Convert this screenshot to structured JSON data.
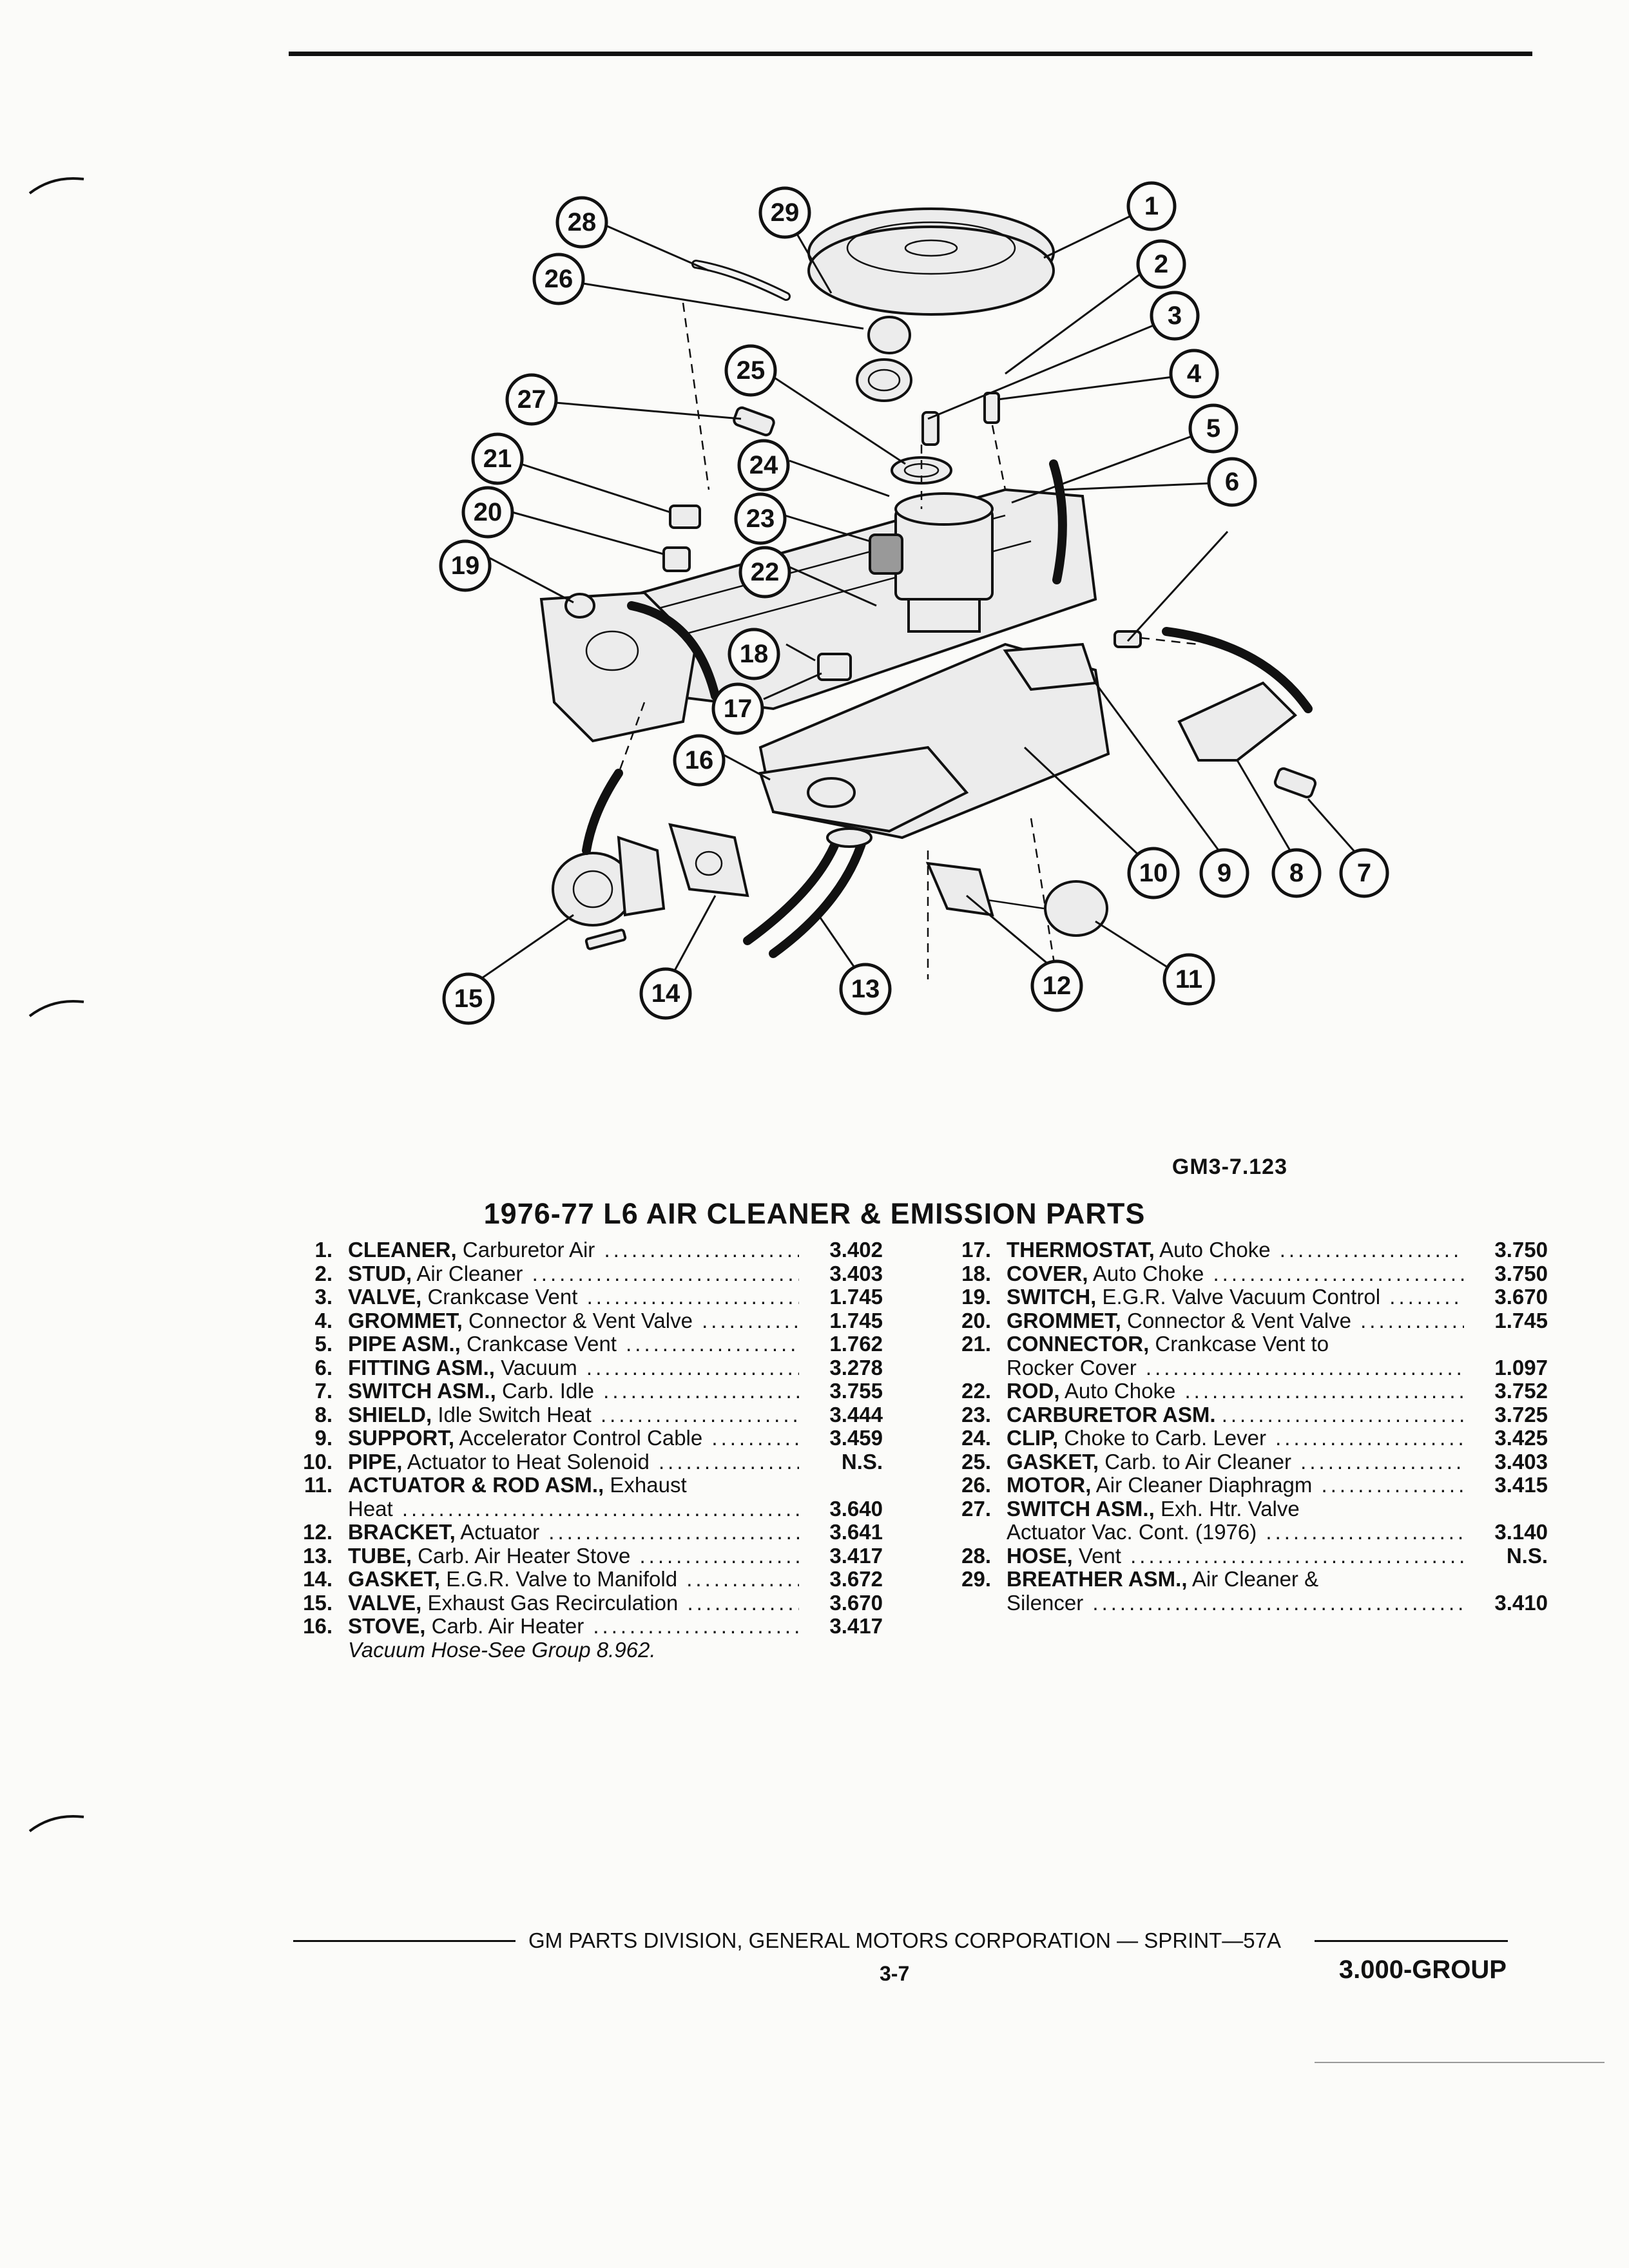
{
  "figure": {
    "id": "GM3-7.123",
    "callouts": [
      "1",
      "2",
      "3",
      "4",
      "5",
      "6",
      "7",
      "8",
      "9",
      "10",
      "11",
      "12",
      "13",
      "14",
      "15",
      "16",
      "17",
      "18",
      "19",
      "20",
      "21",
      "22",
      "23",
      "24",
      "25",
      "26",
      "27",
      "28",
      "29"
    ]
  },
  "title": "1976-77 L6 AIR CLEANER & EMISSION PARTS",
  "parts_left": [
    {
      "num": "1.",
      "name": "CLEANER,",
      "desc": "Carburetor Air",
      "code": "3.402"
    },
    {
      "num": "2.",
      "name": "STUD,",
      "desc": "Air Cleaner",
      "code": "3.403"
    },
    {
      "num": "3.",
      "name": "VALVE,",
      "desc": "Crankcase Vent",
      "code": "1.745"
    },
    {
      "num": "4.",
      "name": "GROMMET,",
      "desc": "Connector & Vent Valve",
      "code": "1.745"
    },
    {
      "num": "5.",
      "name": "PIPE ASM.,",
      "desc": "Crankcase Vent",
      "code": "1.762"
    },
    {
      "num": "6.",
      "name": "FITTING ASM.,",
      "desc": "Vacuum",
      "code": "3.278"
    },
    {
      "num": "7.",
      "name": "SWITCH ASM.,",
      "desc": "Carb. Idle",
      "code": "3.755"
    },
    {
      "num": "8.",
      "name": "SHIELD,",
      "desc": "Idle Switch Heat",
      "code": "3.444"
    },
    {
      "num": "9.",
      "name": "SUPPORT,",
      "desc": "Accelerator Control Cable",
      "code": "3.459"
    },
    {
      "num": "10.",
      "name": "PIPE,",
      "desc": "Actuator to Heat Solenoid",
      "code": "N.S."
    },
    {
      "num": "11.",
      "name": "ACTUATOR & ROD ASM.,",
      "desc": "Exhaust",
      "cont": "Heat",
      "code": "3.640"
    },
    {
      "num": "12.",
      "name": "BRACKET,",
      "desc": "Actuator",
      "code": "3.641"
    },
    {
      "num": "13.",
      "name": "TUBE,",
      "desc": "Carb. Air Heater Stove",
      "code": "3.417"
    },
    {
      "num": "14.",
      "name": "GASKET,",
      "desc": "E.G.R. Valve to Manifold",
      "code": "3.672"
    },
    {
      "num": "15.",
      "name": "VALVE,",
      "desc": "Exhaust Gas Recirculation",
      "code": "3.670"
    },
    {
      "num": "16.",
      "name": "STOVE,",
      "desc": "Carb. Air Heater",
      "code": "3.417"
    }
  ],
  "parts_left_note": "Vacuum Hose-See Group 8.962.",
  "parts_right": [
    {
      "num": "17.",
      "name": "THERMOSTAT,",
      "desc": "Auto Choke",
      "code": "3.750"
    },
    {
      "num": "18.",
      "name": "COVER,",
      "desc": "Auto Choke",
      "code": "3.750"
    },
    {
      "num": "19.",
      "name": "SWITCH,",
      "desc": "E.G.R. Valve Vacuum Control",
      "code": "3.670"
    },
    {
      "num": "20.",
      "name": "GROMMET,",
      "desc": "Connector & Vent Valve",
      "code": "1.745"
    },
    {
      "num": "21.",
      "name": "CONNECTOR,",
      "desc": "Crankcase Vent to",
      "cont": "Rocker Cover",
      "code": "1.097"
    },
    {
      "num": "22.",
      "name": "ROD,",
      "desc": "Auto Choke",
      "code": "3.752"
    },
    {
      "num": "23.",
      "name": "CARBURETOR ASM.",
      "desc": "",
      "code": "3.725"
    },
    {
      "num": "24.",
      "name": "CLIP,",
      "desc": "Choke to Carb. Lever",
      "code": "3.425"
    },
    {
      "num": "25.",
      "name": "GASKET,",
      "desc": "Carb. to Air Cleaner",
      "code": "3.403"
    },
    {
      "num": "26.",
      "name": "MOTOR,",
      "desc": "Air Cleaner Diaphragm",
      "code": "3.415"
    },
    {
      "num": "27.",
      "name": "SWITCH ASM.,",
      "desc": "Exh. Htr. Valve",
      "cont": "Actuator Vac. Cont. (1976)",
      "code": "3.140"
    },
    {
      "num": "28.",
      "name": "HOSE,",
      "desc": "Vent",
      "code": "N.S."
    },
    {
      "num": "29.",
      "name": "BREATHER ASM.,",
      "desc": "Air Cleaner &",
      "cont": "Silencer",
      "code": "3.410"
    }
  ],
  "footer": {
    "text": "GM PARTS DIVISION, GENERAL MOTORS CORPORATION — SPRINT—57A",
    "page": "3-7",
    "group": "3.000-GROUP"
  }
}
